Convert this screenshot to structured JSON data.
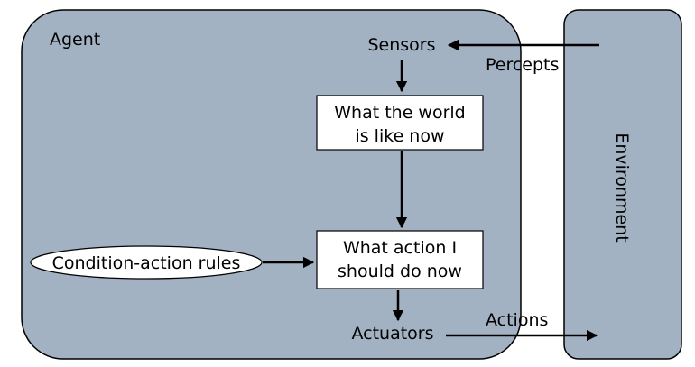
{
  "diagram": {
    "nodes": {
      "agent": {
        "label": "Agent"
      },
      "environment": {
        "label": "Environment"
      },
      "sensors": {
        "label": "Sensors"
      },
      "world_state": {
        "lines": [
          "What the world",
          "is like now"
        ]
      },
      "action_choice": {
        "lines": [
          "What action I",
          "should do now"
        ]
      },
      "rules": {
        "label": "Condition-action rules"
      },
      "actuators": {
        "label": "Actuators"
      }
    },
    "edges": [
      {
        "from": "environment",
        "to": "sensors",
        "label": "Percepts"
      },
      {
        "from": "sensors",
        "to": "world_state",
        "label": ""
      },
      {
        "from": "world_state",
        "to": "action_choice",
        "label": ""
      },
      {
        "from": "rules",
        "to": "action_choice",
        "label": ""
      },
      {
        "from": "action_choice",
        "to": "actuators",
        "label": ""
      },
      {
        "from": "actuators",
        "to": "environment",
        "label": "Actions"
      }
    ]
  },
  "colors": {
    "container_fill": "#a3b2c3",
    "container_stroke": "#000000",
    "box_fill": "#ffffff",
    "arrow": "#000000"
  }
}
